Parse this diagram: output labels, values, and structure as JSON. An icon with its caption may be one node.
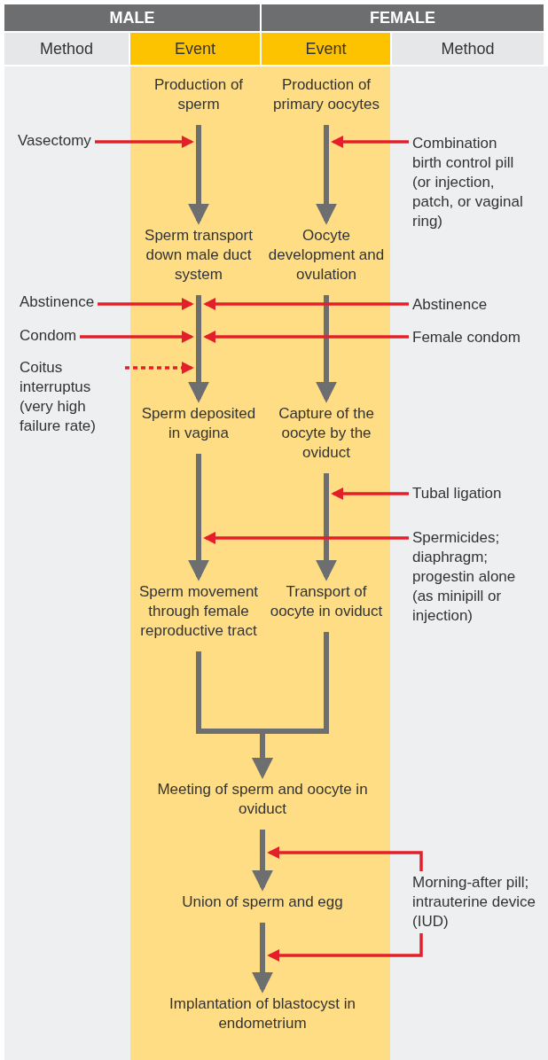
{
  "diagram": {
    "nodes": [
      {
        "text": [
          "Production of sperm"
        ]
      },
      {
        "text": [
          "Production of primary oocytes"
        ]
      },
      {
        "text": [
          "Sperm transport down male duct system"
        ]
      },
      {
        "text": [
          "Oocyte development and ovulation"
        ]
      },
      {
        "text": [
          "Sperm deposited in vagina"
        ]
      },
      {
        "text": [
          "Capture of the oocyte by the oviduct"
        ]
      },
      {
        "text": [
          "Sperm movement through female reproductive tract"
        ]
      },
      {
        "text": [
          "Transport of oocyte in oviduct"
        ]
      },
      {
        "text": [
          "Meeting of sperm and oocyte in oviduct"
        ]
      },
      {
        "text": [
          "Union of sperm and egg"
        ]
      },
      {
        "text": [
          "Implantation of blastocyst in endometrium"
        ]
      },
      {
        "text": [
          "Vasectomy"
        ]
      },
      {
        "text": [
          "Combination birth control pill (or injection, patch, or vaginal ring)"
        ]
      },
      {
        "text": [
          "Abstinence"
        ]
      },
      {
        "text": [
          "Abstinence"
        ]
      },
      {
        "text": [
          "Condom"
        ]
      },
      {
        "text": [
          "Female condom"
        ]
      },
      {
        "text": [
          "Coitus interruptus (very high failure rate)"
        ]
      },
      {
        "text": [
          "Tubal ligation"
        ]
      },
      {
        "text": [
          "Spermicides; diaphragm; progestin alone (as minipill or injection)"
        ]
      },
      {
        "text": [
          "Morning-after pill; intrauterine device (IUD)"
        ]
      }
    ],
    "edges": [
      {
        "from": 0,
        "to": 2,
        "arrow": "to",
        "color": "#6d6e70"
      },
      {
        "from": 1,
        "to": 3,
        "arrow": "to",
        "color": "#6d6e70"
      },
      {
        "from": 2,
        "to": 4,
        "arrow": "to",
        "color": "#6d6e70"
      },
      {
        "from": 3,
        "to": 5,
        "arrow": "to",
        "color": "#6d6e70"
      },
      {
        "from": 4,
        "to": 6,
        "arrow": "to",
        "color": "#6d6e70"
      },
      {
        "from": 5,
        "to": 7,
        "arrow": "to",
        "color": "#6d6e70"
      },
      {
        "from": 6,
        "to": 8,
        "arrow": "to",
        "color": "#6d6e70"
      },
      {
        "from": 7,
        "to": 8,
        "arrow": "to",
        "color": "#6d6e70"
      },
      {
        "from": 8,
        "to": 9,
        "arrow": "to",
        "color": "#6d6e70"
      },
      {
        "from": 9,
        "to": 10,
        "arrow": "to",
        "color": "#6d6e70"
      },
      {
        "from": 11,
        "to": 0,
        "arrow": "to"
      },
      {
        "from": 12,
        "to": 1,
        "arrow": "to"
      },
      {
        "from": 13,
        "to": 2,
        "arrow": "to"
      },
      {
        "from": 14,
        "to": 2,
        "arrow": "to"
      },
      {
        "from": 15,
        "to": null,
        "arrow": "to"
      },
      {
        "from": 16,
        "to": null,
        "arrow": "to"
      },
      {
        "from": 17,
        "to": 4,
        "arrow": "to",
        "style": "dashed"
      },
      {
        "from": 18,
        "to": 5,
        "arrow": "to"
      },
      {
        "from": 19,
        "to": null,
        "arrow": "to"
      },
      {
        "from": 20,
        "to": 8,
        "arrow": "to"
      },
      {
        "from": 20,
        "to": 10,
        "arrow": "to"
      }
    ],
    "labels": [
      "MALE",
      "FEMALE",
      "Method",
      "Event",
      "Event",
      "Method"
    ]
  }
}
